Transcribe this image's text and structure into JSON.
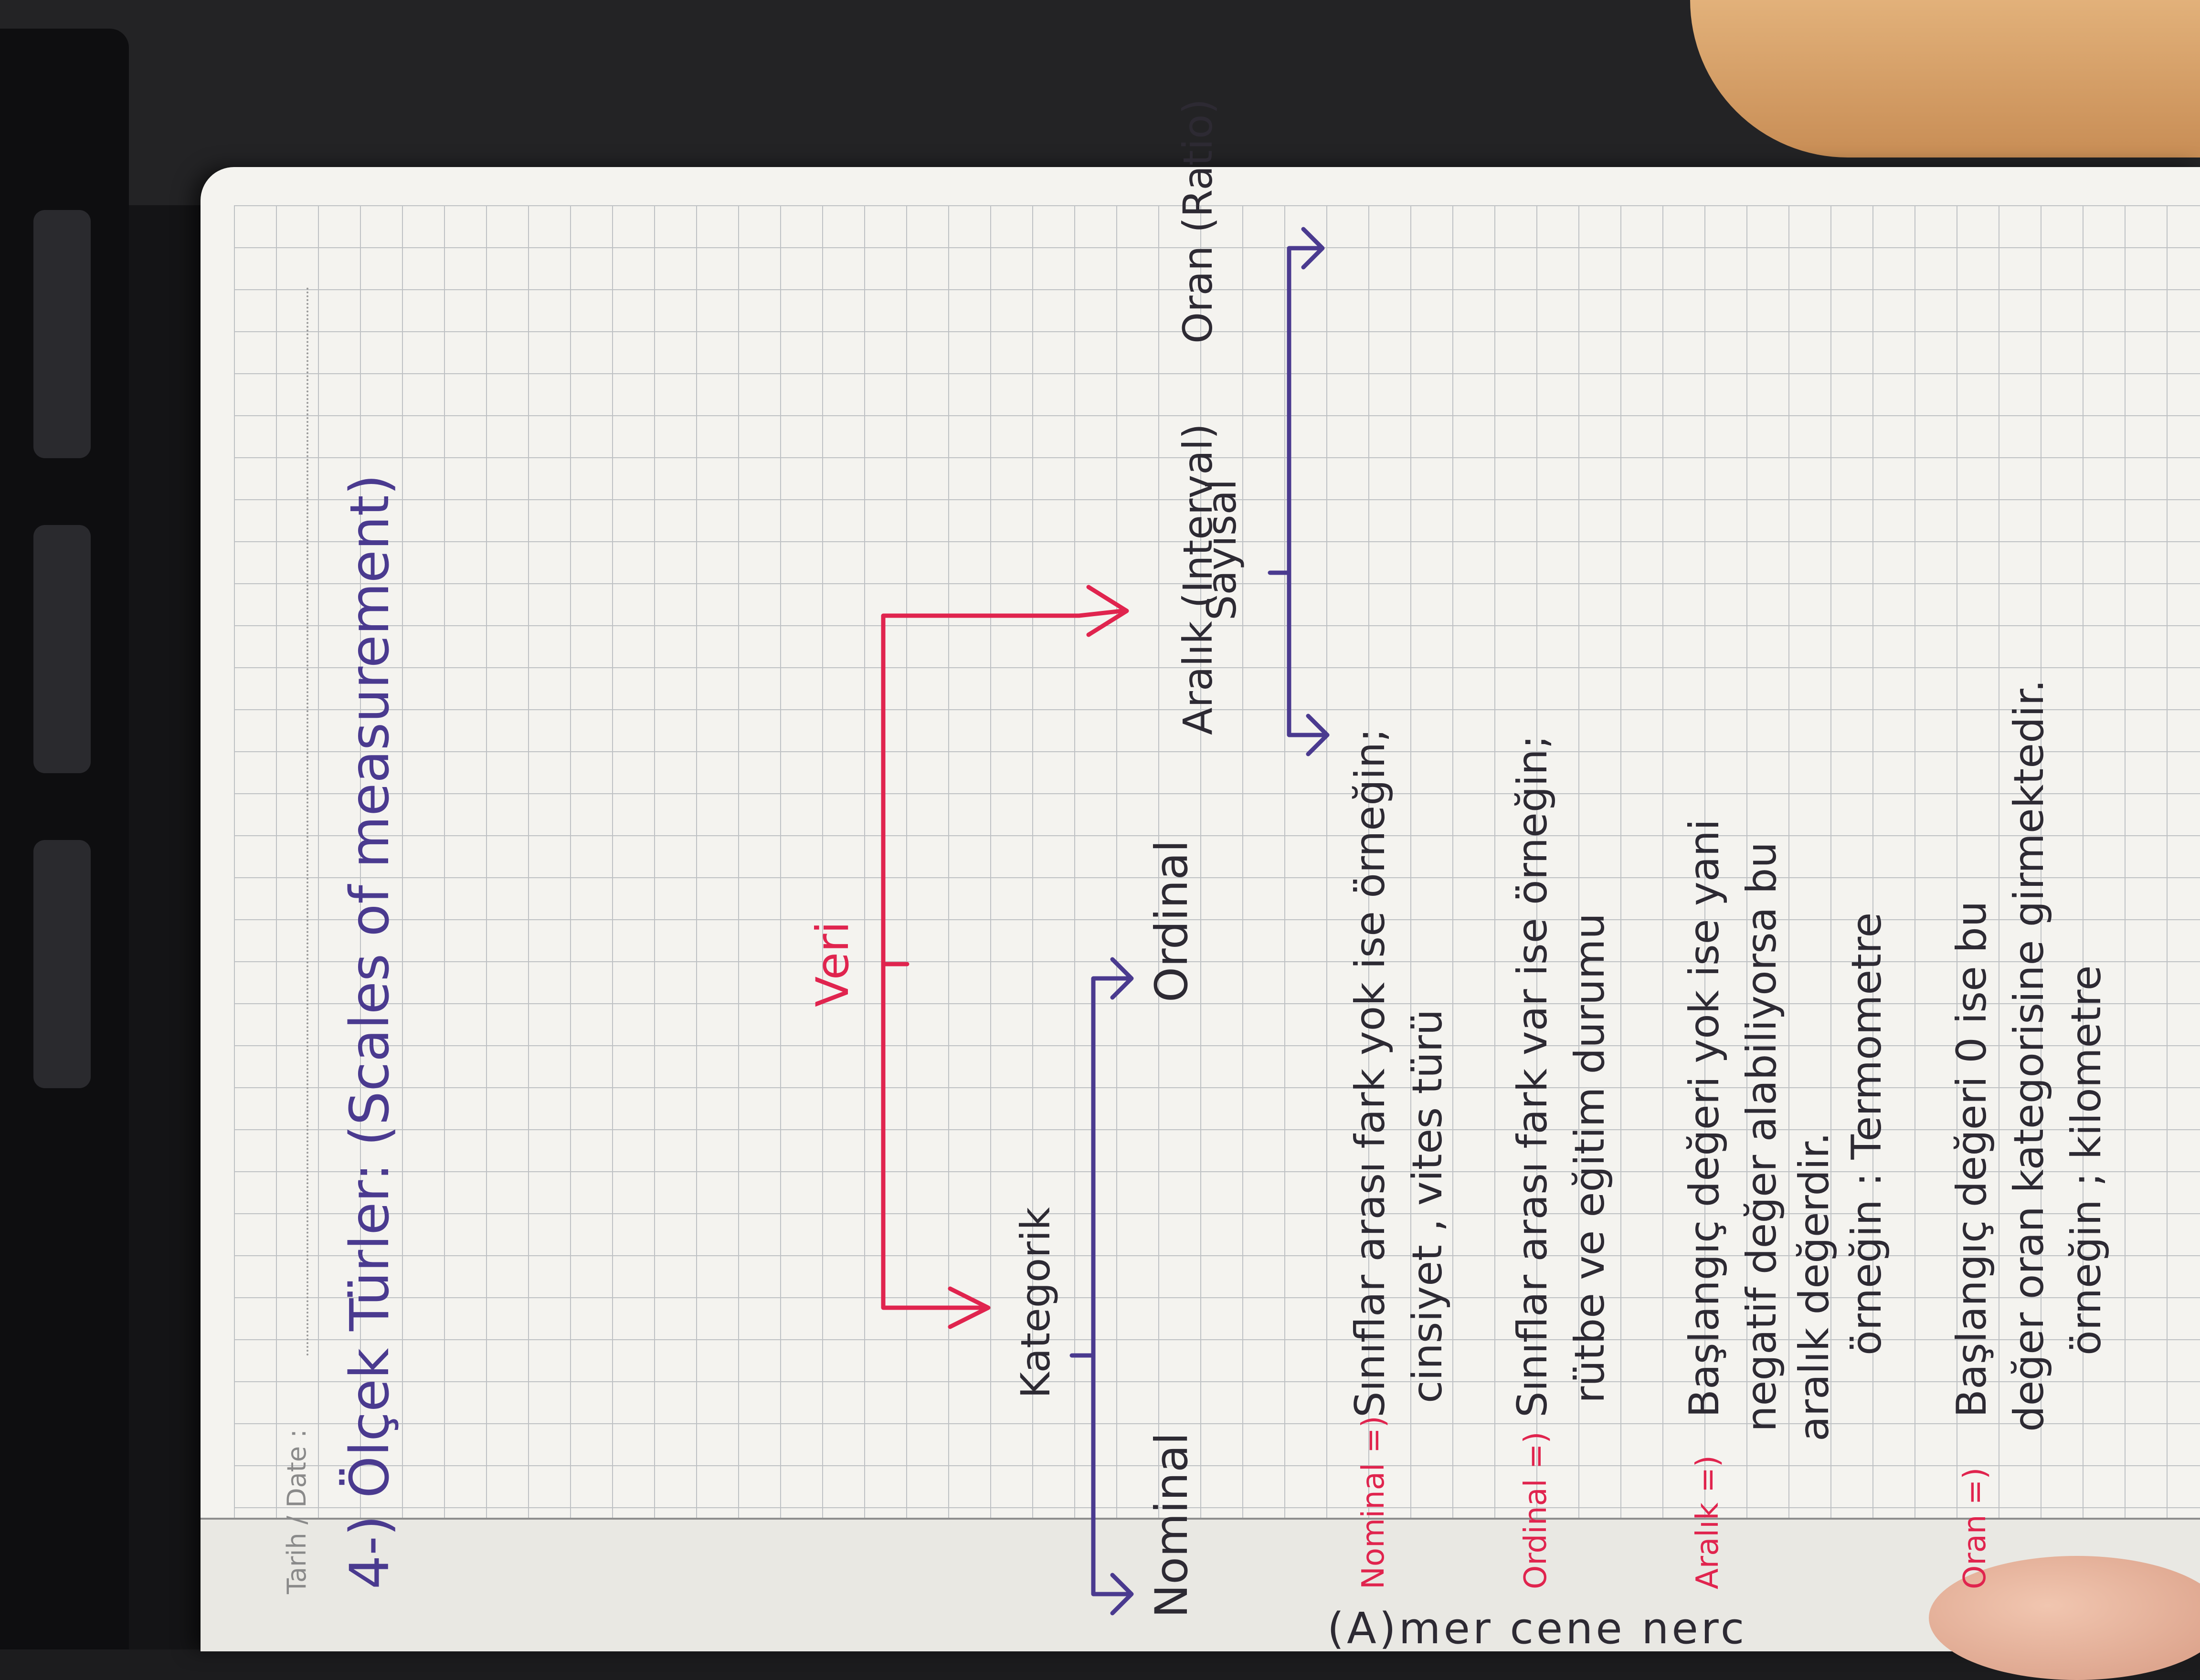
{
  "date_label": "Tarih / Date :",
  "title": "4-) Ölçek Türler: (Scales of measurement)",
  "tree": {
    "root": "Veri",
    "categorical": "Kategorik",
    "numeric": "Sayısal",
    "nominal": "Nominal",
    "ordinal": "Ordinal",
    "interval": "Aralık (Interval)",
    "ratio": "Oran (Ratio)"
  },
  "notes": [
    {
      "label": "Nominal =)",
      "lines": [
        "Sınıflar arası fark yok ise örneğin;",
        "cinsiyet , vites türü"
      ]
    },
    {
      "label": "Ordinal =)",
      "lines": [
        "Sınıflar arası fark var ise örneğin;",
        "rütbe ve eğitim durumu"
      ]
    },
    {
      "label": "Aralık =)",
      "lines": [
        "Başlangıç değeri yok ise yani",
        "negatif değer alabiliyorsa bu",
        "aralık değerdir.",
        "örneğin : Termometre"
      ]
    },
    {
      "label": "Oran =)",
      "lines": [
        "Başlangıç değeri 0 ise bu",
        "değer oran kategorisine girmektedir.",
        "örneğin ; kilometre"
      ]
    }
  ],
  "colors": {
    "red_ink": "#e0244e",
    "blue_ink": "#4a3a8f",
    "dark_ink": "#2d2a33",
    "paper": "#f4f3ef",
    "grid": "#b9bcc0"
  }
}
